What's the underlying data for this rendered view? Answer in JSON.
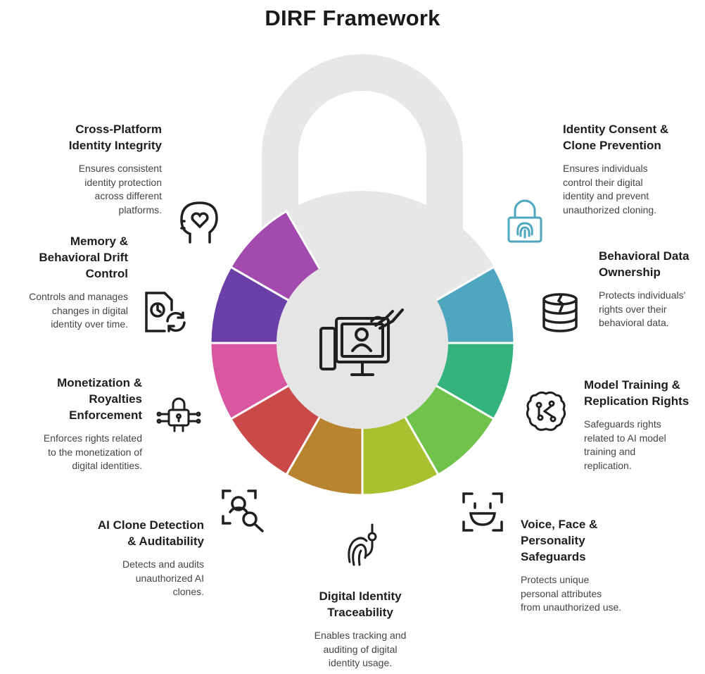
{
  "title": "DIRF Framework",
  "colors": {
    "shackle": "#e7e7e7",
    "body": "#e7e7e7",
    "segments": [
      "#4ea6bf",
      "#35b37e",
      "#6fc34a",
      "#a7c12f",
      "#b9842f",
      "#c94a48",
      "#d857a0",
      "#6a3fa8",
      "#a24aae"
    ]
  },
  "items": [
    {
      "key": "identity_consent",
      "heading": "Identity Consent &\nClone Prevention",
      "desc": "Ensures individuals\ncontrol their digital\nidentity and prevent\nunauthorized cloning.",
      "icon": "lock-fingerprint-icon"
    },
    {
      "key": "behavioral_data",
      "heading": "Behavioral Data\nOwnership",
      "desc": "Protects individuals'\nrights over their\nbehavioral data.",
      "icon": "database-icon"
    },
    {
      "key": "model_training",
      "heading": "Model Training &\nReplication Rights",
      "desc": "Safeguards rights\nrelated to AI model\ntraining and\nreplication.",
      "icon": "brain-circuit-icon"
    },
    {
      "key": "voice_face",
      "heading": "Voice, Face &\nPersonality\nSafeguards",
      "desc": "Protects unique\npersonal attributes\nfrom unauthorized use.",
      "icon": "face-scan-icon"
    },
    {
      "key": "traceability",
      "heading": "Digital Identity\nTraceability",
      "desc": "Enables tracking and\nauditing of digital\nidentity usage.",
      "icon": "fingerprint-trace-icon"
    },
    {
      "key": "clone_detection",
      "heading": "AI Clone Detection\n& Auditability",
      "desc": "Detects and audits\nunauthorized AI\nclones.",
      "icon": "user-search-icon"
    },
    {
      "key": "monetization",
      "heading": "Monetization &\nRoyalties\nEnforcement",
      "desc": "Enforces rights related\nto the monetization of\ndigital identities.",
      "icon": "lock-circuit-icon"
    },
    {
      "key": "memory_drift",
      "heading": "Memory &\nBehavioral Drift\nControl",
      "desc": "Controls and manages\nchanges in digital\nidentity over time.",
      "icon": "clock-refresh-icon"
    },
    {
      "key": "cross_platform",
      "heading": "Cross-Platform\nIdentity Integrity",
      "desc": "Ensures consistent\nidentity protection\nacross different\nplatforms.",
      "icon": "head-heart-icon"
    }
  ],
  "center_icon": "computer-user-icon"
}
